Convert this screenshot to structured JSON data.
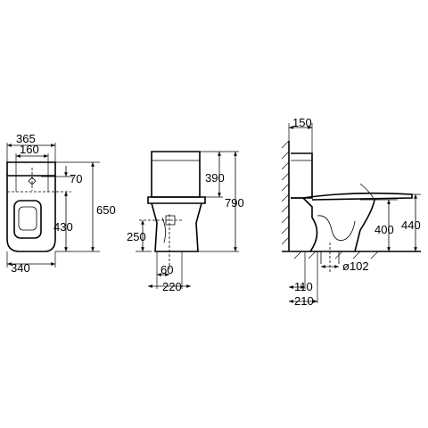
{
  "front_view": {
    "dims": [
      "365",
      "160",
      "70",
      "650",
      "430",
      "340"
    ]
  },
  "side_view": {
    "dims": [
      "390",
      "790",
      "250",
      "60",
      "220"
    ]
  },
  "profile_view": {
    "dims": [
      "150",
      "400",
      "440",
      "ø102",
      "110",
      "210"
    ]
  }
}
